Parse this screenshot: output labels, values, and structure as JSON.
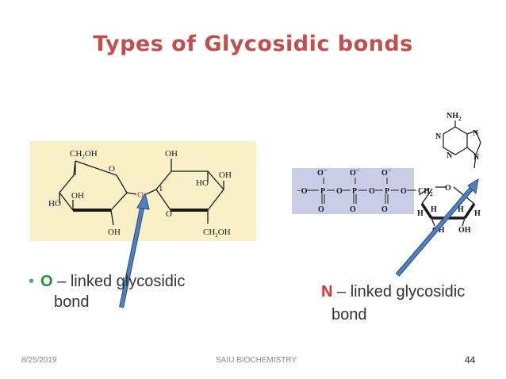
{
  "slide": {
    "title": "Types of Glycosidic bonds",
    "o_bond": {
      "letter": "O",
      "rest": " – linked glycosidic",
      "line2": "bond"
    },
    "n_bond": {
      "letter": "N",
      "rest": " – linked glycosidic",
      "line2": "bond"
    },
    "footer": {
      "date": "8/25/2019",
      "center": "SAIU BIOCHEMISTRY",
      "page": "44"
    }
  },
  "disaccharide": {
    "ch2oh_top": "CH",
    "oh_top": "OH",
    "ring_o_left": "O",
    "oh_right": "OH",
    "ho_right": "HO",
    "oh_left_inner": "OH",
    "ho_left": "HO",
    "glycosidic_o": "O",
    "c1": "1",
    "ring_o_right": "O",
    "oh_bottom": "OH",
    "ch2oh_bottom": "CH",
    "two": "2",
    "oh_suffix": "OH"
  },
  "nucleotide": {
    "nh2": "NH",
    "n": "N",
    "o_minus": "O",
    "minus": "−",
    "p": "P",
    "o": "O",
    "ch2": "CH",
    "h": "H",
    "oh": "OH"
  },
  "colors": {
    "title": "#c0504d",
    "arrow": "#4f81bd",
    "o_letter": "#2e8b3a",
    "n_letter": "#e03030"
  }
}
